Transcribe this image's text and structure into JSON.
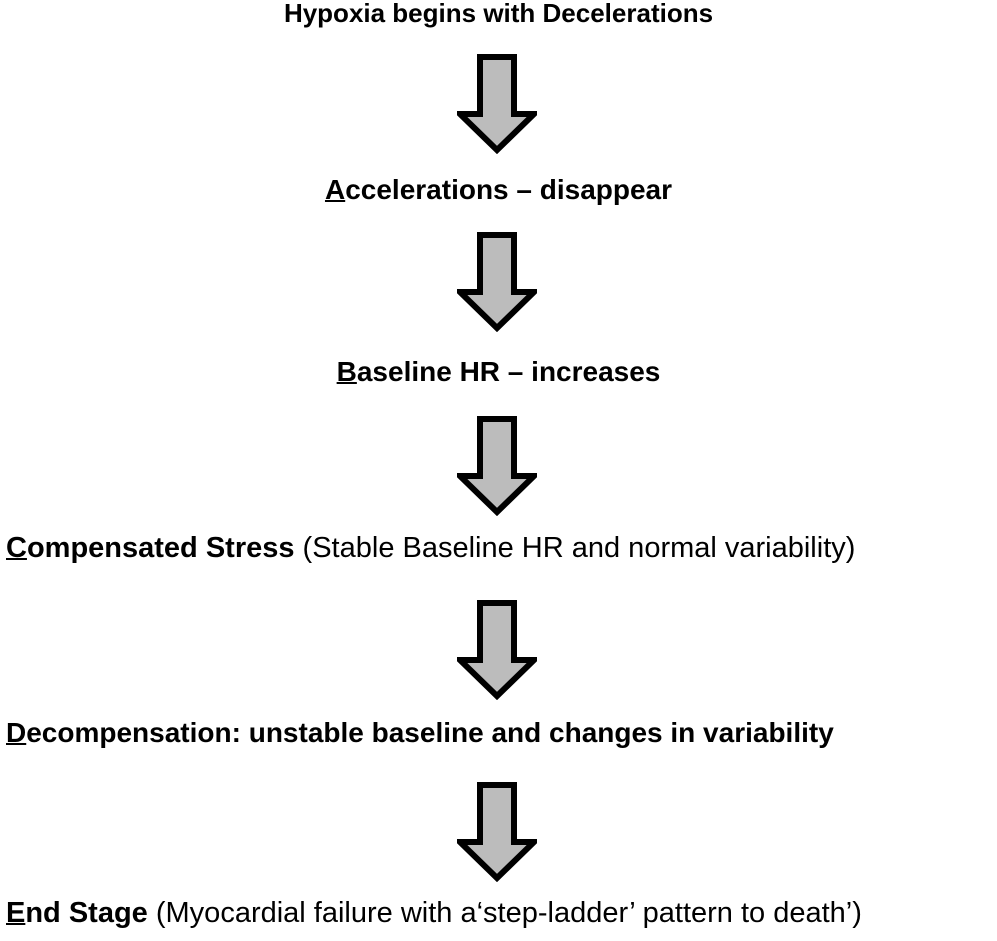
{
  "diagram": {
    "title": "Hypoxia begins with Decelerations",
    "background_color": "#ffffff",
    "arrow_fill_color": "#bcbcbc",
    "arrow_stroke_color": "#000000",
    "steps": [
      {
        "id": "title",
        "initial": "",
        "bold_text": "Hypoxia begins with Decelerations",
        "normal_text": "",
        "underlined_initial": false
      },
      {
        "id": "accelerations",
        "initial": "A",
        "bold_text": "ccelerations – disappear",
        "normal_text": "",
        "underlined_initial": true
      },
      {
        "id": "baseline",
        "initial": "B",
        "bold_text": "aseline HR – increases",
        "normal_text": "",
        "underlined_initial": true
      },
      {
        "id": "compensated-stress",
        "initial": "C",
        "bold_text": "ompensated Stress",
        "normal_text": " (Stable Baseline HR and normal variability)",
        "underlined_initial": true
      },
      {
        "id": "decompensation",
        "initial": "D",
        "bold_text": "ecompensation: unstable baseline and changes in variability",
        "normal_text": "",
        "underlined_initial": true
      },
      {
        "id": "end-stage",
        "initial": "E",
        "bold_text": "nd Stage",
        "normal_text": " (Myocardial failure with a‘step-ladder’ pattern to death’)",
        "underlined_initial": true
      }
    ],
    "arrows": [
      {
        "id": "arrow-1",
        "from": "title",
        "to": "accelerations",
        "direction": "down"
      },
      {
        "id": "arrow-2",
        "from": "accelerations",
        "to": "baseline",
        "direction": "down"
      },
      {
        "id": "arrow-3",
        "from": "baseline",
        "to": "compensated-stress",
        "direction": "down"
      },
      {
        "id": "arrow-4",
        "from": "compensated-stress",
        "to": "decompensation",
        "direction": "down"
      },
      {
        "id": "arrow-5",
        "from": "decompensation",
        "to": "end-stage",
        "direction": "down"
      }
    ]
  }
}
